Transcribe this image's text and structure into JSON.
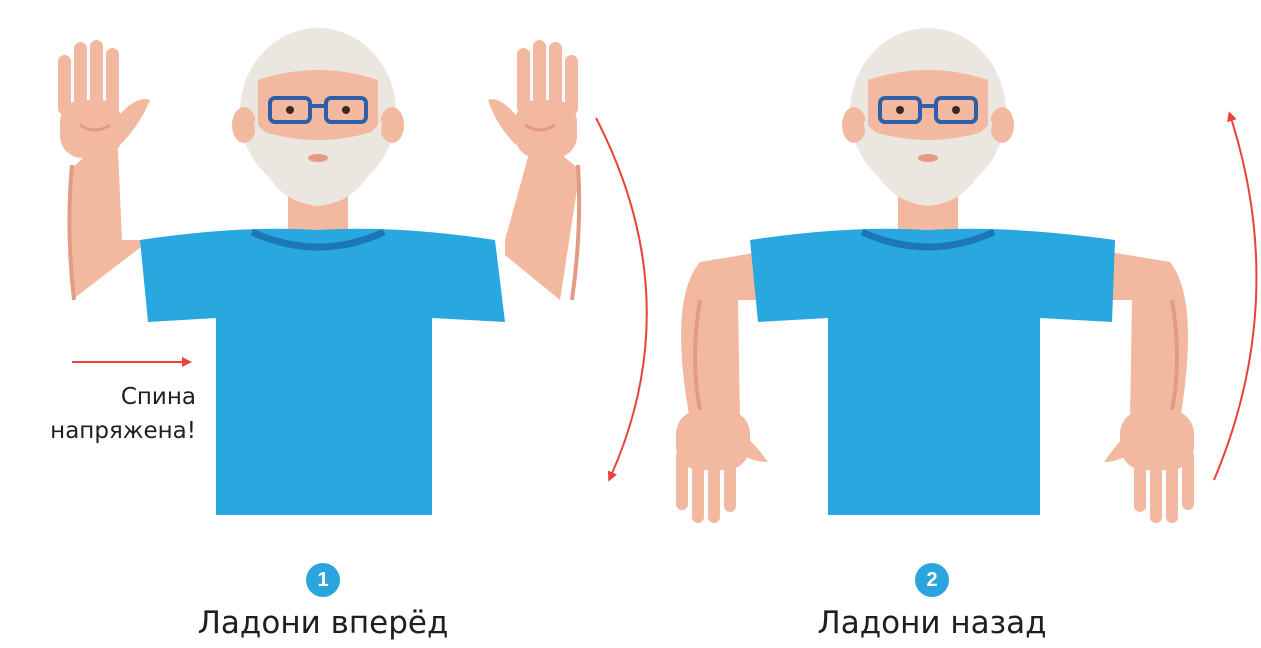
{
  "steps": [
    {
      "number": "1",
      "caption": "Ладони вперёд"
    },
    {
      "number": "2",
      "caption": "Ладони назад"
    }
  ],
  "note": {
    "line1": "Спина",
    "line2": "напряжена!"
  },
  "colors": {
    "skin": "#f2b8a0",
    "skin_dark": "#e39c84",
    "hair": "#ebe6df",
    "shirt": "#29a7df",
    "shirt_collar": "#1b78b4",
    "glasses": "#2e5ea8",
    "arrow": "#e8423b",
    "badge": "#2aa5dd"
  }
}
